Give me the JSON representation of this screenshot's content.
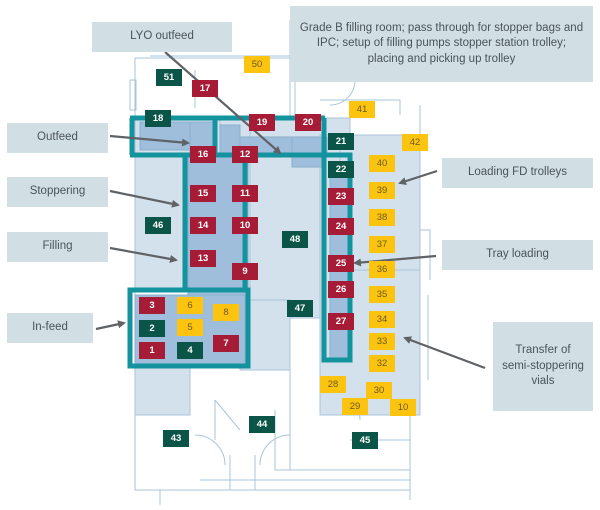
{
  "colors": {
    "red": "#a61c37",
    "green": "#0b5548",
    "yellow": "#fcc40e",
    "teal_barrier": "#13939e",
    "room_fill": "#d3e1ec",
    "equipment_fill": "#9fbedb",
    "wall_line": "#a9c4dd",
    "callout_bg": "#d1dfe5",
    "arrow": "#5f6266"
  },
  "callouts": [
    {
      "id": "lyo-outfeed",
      "text": "LYO outfeed"
    },
    {
      "id": "grade-b",
      "text": "Grade B filling room; pass through for stopper bags and IPC; setup of filling pumps stopper station trolley; placing and picking up trolley"
    },
    {
      "id": "outfeed",
      "text": "Outfeed"
    },
    {
      "id": "stoppering",
      "text": "Stoppering"
    },
    {
      "id": "filling",
      "text": "Filling"
    },
    {
      "id": "in-feed",
      "text": "In-feed"
    },
    {
      "id": "loading-fd",
      "text": "Loading FD trolleys"
    },
    {
      "id": "tray-loading",
      "text": "Tray loading"
    },
    {
      "id": "transfer",
      "text": "Transfer of semi-stoppering vials"
    }
  ],
  "markers": [
    {
      "label": "1",
      "color": "red"
    },
    {
      "label": "2",
      "color": "green"
    },
    {
      "label": "3",
      "color": "red"
    },
    {
      "label": "4",
      "color": "green"
    },
    {
      "label": "5",
      "color": "yellow"
    },
    {
      "label": "6",
      "color": "yellow"
    },
    {
      "label": "7",
      "color": "red"
    },
    {
      "label": "8",
      "color": "yellow"
    },
    {
      "label": "9",
      "color": "red"
    },
    {
      "label": "10",
      "color": "red"
    },
    {
      "label": "11",
      "color": "red"
    },
    {
      "label": "12",
      "color": "red"
    },
    {
      "label": "13",
      "color": "red"
    },
    {
      "label": "14",
      "color": "red"
    },
    {
      "label": "15",
      "color": "red"
    },
    {
      "label": "16",
      "color": "red"
    },
    {
      "label": "17",
      "color": "red"
    },
    {
      "label": "18",
      "color": "green"
    },
    {
      "label": "19",
      "color": "red"
    },
    {
      "label": "20",
      "color": "red"
    },
    {
      "label": "21",
      "color": "green"
    },
    {
      "label": "22",
      "color": "green"
    },
    {
      "label": "23",
      "color": "red"
    },
    {
      "label": "24",
      "color": "red"
    },
    {
      "label": "25",
      "color": "red"
    },
    {
      "label": "26",
      "color": "red"
    },
    {
      "label": "27",
      "color": "red"
    },
    {
      "label": "28",
      "color": "yellow"
    },
    {
      "label": "29",
      "color": "yellow"
    },
    {
      "label": "30",
      "color": "yellow"
    },
    {
      "label": "10",
      "color": "yellow"
    },
    {
      "label": "32",
      "color": "yellow"
    },
    {
      "label": "33",
      "color": "yellow"
    },
    {
      "label": "34",
      "color": "yellow"
    },
    {
      "label": "35",
      "color": "yellow"
    },
    {
      "label": "36",
      "color": "yellow"
    },
    {
      "label": "37",
      "color": "yellow"
    },
    {
      "label": "38",
      "color": "yellow"
    },
    {
      "label": "39",
      "color": "yellow"
    },
    {
      "label": "40",
      "color": "yellow"
    },
    {
      "label": "41",
      "color": "yellow"
    },
    {
      "label": "42",
      "color": "yellow"
    },
    {
      "label": "43",
      "color": "green"
    },
    {
      "label": "44",
      "color": "green"
    },
    {
      "label": "45",
      "color": "green"
    },
    {
      "label": "46",
      "color": "green"
    },
    {
      "label": "47",
      "color": "green"
    },
    {
      "label": "48",
      "color": "green"
    },
    {
      "label": "50",
      "color": "yellow"
    },
    {
      "label": "51",
      "color": "green"
    }
  ]
}
